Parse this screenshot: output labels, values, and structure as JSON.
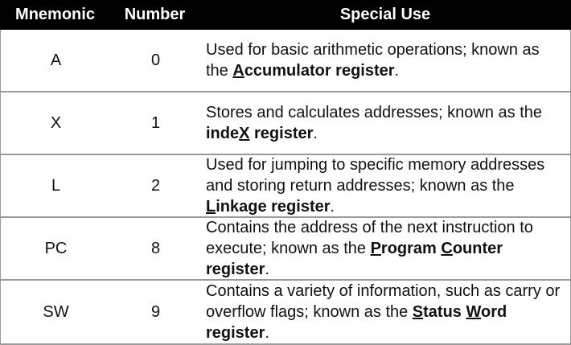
{
  "headers": {
    "mnemonic": "Mnemonic",
    "number": "Number",
    "special_use": "Special Use"
  },
  "rows": [
    {
      "mnemonic": "A",
      "number": "0",
      "text": "Used for basic arithmetic operations; known as the ",
      "bold_u": "A",
      "bold": "ccumulator register",
      "end": "."
    },
    {
      "mnemonic": "X",
      "number": "1",
      "text": "Stores and calculates addresses; known as the ",
      "bold_a": "inde",
      "bold_u": "X",
      "bold": " register",
      "end": "."
    },
    {
      "mnemonic": "L",
      "number": "2",
      "text": "Used for jumping to specific memory addresses and storing return addresses; known as the ",
      "bold_u": "L",
      "bold": "inkage register",
      "end": "."
    },
    {
      "mnemonic": "PC",
      "number": "8",
      "text": "Contains the address of the next instruction to execute; known as the ",
      "bold_u": "P",
      "bold": "rogram ",
      "bold_u2": "C",
      "bold2": "ounter register",
      "end": "."
    },
    {
      "mnemonic": "SW",
      "number": "9",
      "text": "Contains a variety of information, such as carry or overflow flags; known as the ",
      "bold_u": "S",
      "bold": "tatus ",
      "bold_u2": "W",
      "bold2": "ord register",
      "end": "."
    }
  ]
}
